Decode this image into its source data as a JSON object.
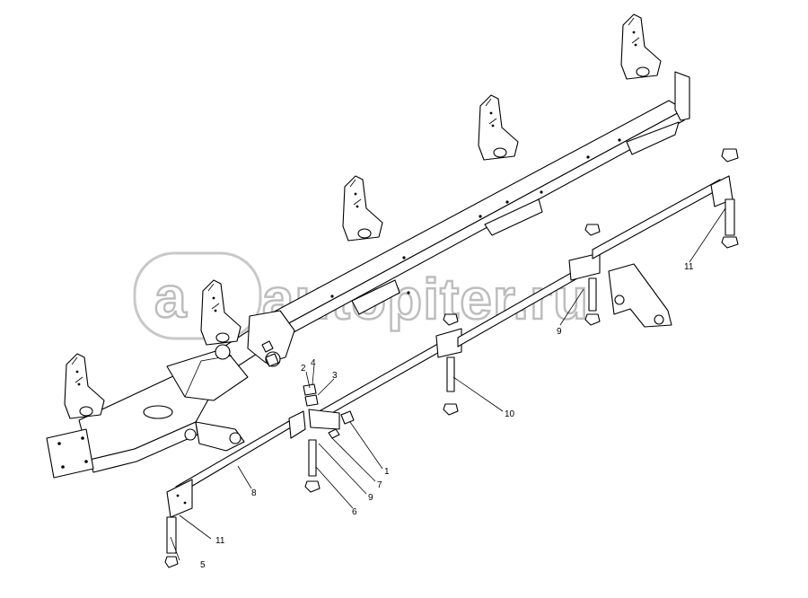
{
  "watermark": {
    "text": "autopiter.ru",
    "logo": "a"
  },
  "callouts": [
    {
      "id": "c1",
      "label": "1"
    },
    {
      "id": "c2",
      "label": "2"
    },
    {
      "id": "c3",
      "label": "3"
    },
    {
      "id": "c4",
      "label": "4"
    },
    {
      "id": "c5",
      "label": "5"
    },
    {
      "id": "c6",
      "label": "6"
    },
    {
      "id": "c7",
      "label": "7"
    },
    {
      "id": "c8",
      "label": "8"
    },
    {
      "id": "c9a",
      "label": "9"
    },
    {
      "id": "c9b",
      "label": "9"
    },
    {
      "id": "c10",
      "label": "10"
    },
    {
      "id": "c11a",
      "label": "11"
    },
    {
      "id": "c11b",
      "label": "11"
    }
  ]
}
